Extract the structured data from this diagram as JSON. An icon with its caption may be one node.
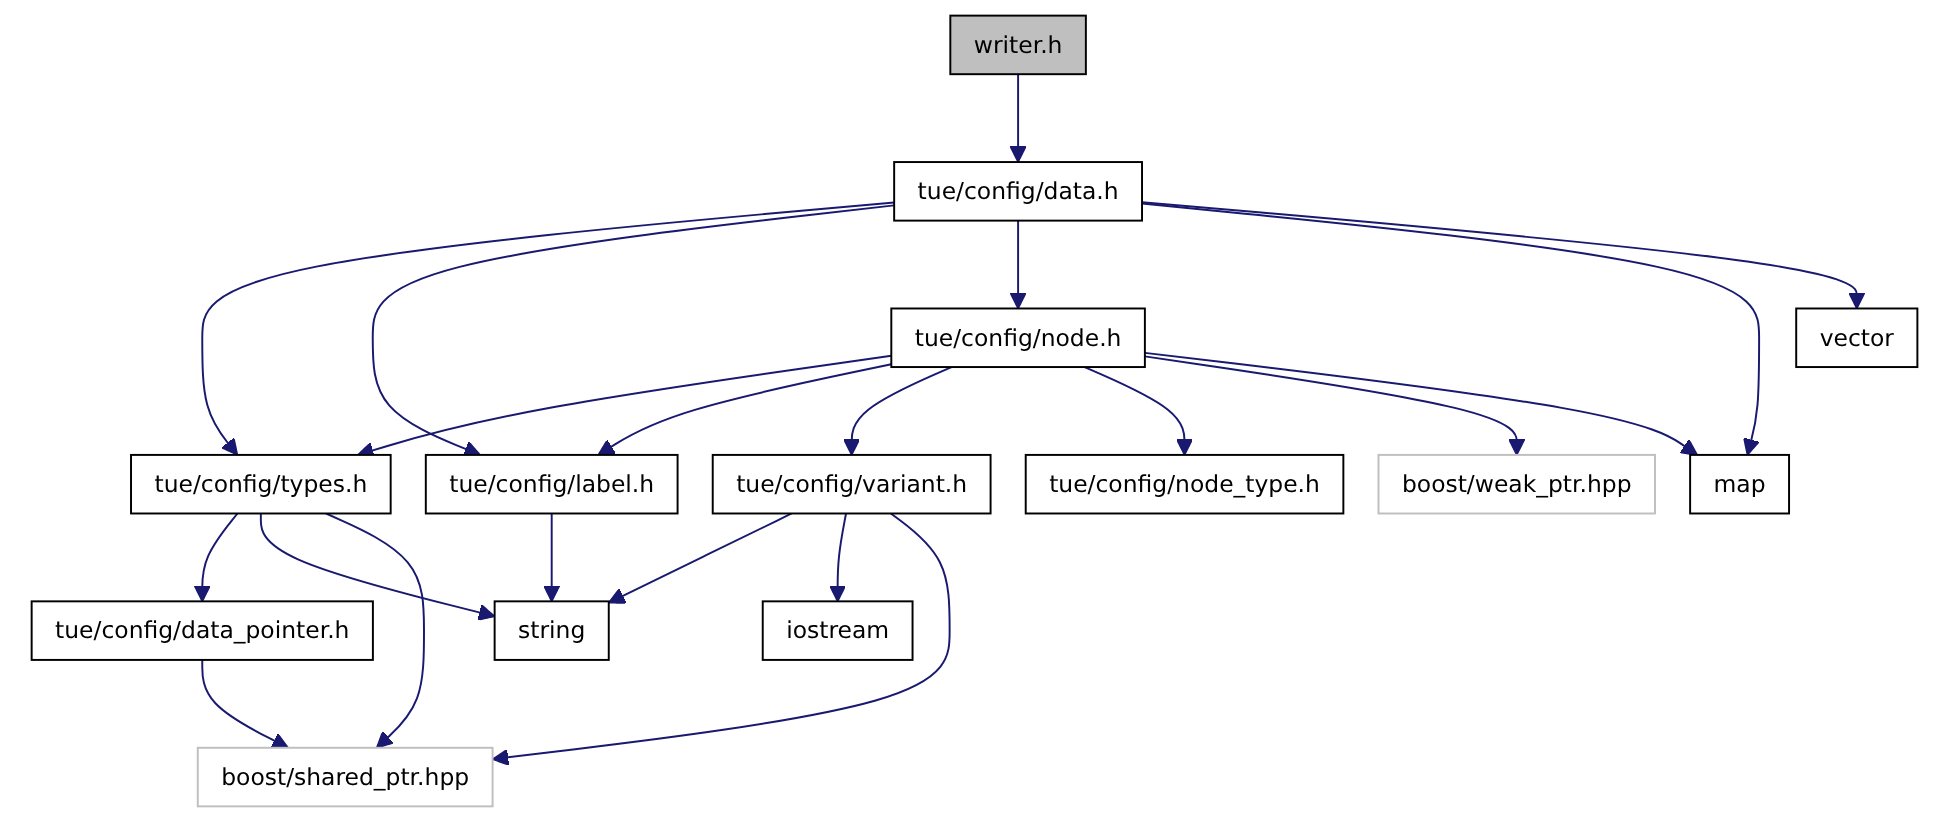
{
  "diagram": {
    "nodes": [
      {
        "text": [
          "writer.h"
        ]
      },
      {
        "text": [
          "tue/config/data.h"
        ]
      },
      {
        "text": [
          "tue/config/node.h"
        ]
      },
      {
        "text": [
          "vector"
        ]
      },
      {
        "text": [
          "tue/config/types.h"
        ]
      },
      {
        "text": [
          "tue/config/label.h"
        ]
      },
      {
        "text": [
          "tue/config/variant.h"
        ]
      },
      {
        "text": [
          "tue/config/node_type.h"
        ]
      },
      {
        "text": [
          "boost/weak_ptr.hpp"
        ]
      },
      {
        "text": [
          "map"
        ]
      },
      {
        "text": [
          "tue/config/data_pointer.h"
        ]
      },
      {
        "text": [
          "string"
        ]
      },
      {
        "text": [
          "iostream"
        ]
      },
      {
        "text": [
          "boost/shared_ptr.hpp"
        ]
      }
    ],
    "edges": [
      {
        "from": 0,
        "to": 1,
        "arrow": "to"
      },
      {
        "from": 1,
        "to": 4,
        "arrow": "to"
      },
      {
        "from": 1,
        "to": 5,
        "arrow": "to"
      },
      {
        "from": 1,
        "to": 2,
        "arrow": "to"
      },
      {
        "from": 1,
        "to": 9,
        "arrow": "to"
      },
      {
        "from": 1,
        "to": 3,
        "arrow": "to"
      },
      {
        "from": 2,
        "to": 4,
        "arrow": "to"
      },
      {
        "from": 2,
        "to": 5,
        "arrow": "to"
      },
      {
        "from": 2,
        "to": 6,
        "arrow": "to"
      },
      {
        "from": 2,
        "to": 7,
        "arrow": "to"
      },
      {
        "from": 2,
        "to": 8,
        "arrow": "to"
      },
      {
        "from": 2,
        "to": 9,
        "arrow": "to"
      },
      {
        "from": 4,
        "to": 10,
        "arrow": "to"
      },
      {
        "from": 4,
        "to": 11,
        "arrow": "to"
      },
      {
        "from": 4,
        "to": 13,
        "arrow": "to"
      },
      {
        "from": 5,
        "to": 11,
        "arrow": "to"
      },
      {
        "from": 6,
        "to": 11,
        "arrow": "to"
      },
      {
        "from": 6,
        "to": 12,
        "arrow": "to"
      },
      {
        "from": 6,
        "to": 13,
        "arrow": "to"
      },
      {
        "from": 10,
        "to": 13,
        "arrow": "to"
      }
    ]
  }
}
